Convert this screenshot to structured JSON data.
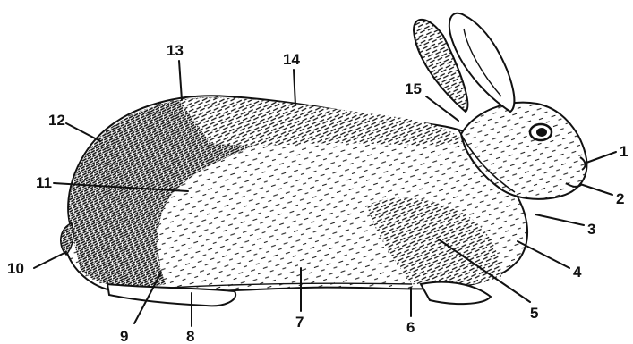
{
  "colors": {
    "ink": "#111111",
    "background": "#ffffff"
  },
  "illustration": {
    "subject": "rabbit-line-drawing"
  },
  "labels": [
    {
      "id": "1",
      "text": "1"
    },
    {
      "id": "2",
      "text": "2"
    },
    {
      "id": "3",
      "text": "3"
    },
    {
      "id": "4",
      "text": "4"
    },
    {
      "id": "5",
      "text": "5"
    },
    {
      "id": "6",
      "text": "6"
    },
    {
      "id": "7",
      "text": "7"
    },
    {
      "id": "8",
      "text": "8"
    },
    {
      "id": "9",
      "text": "9"
    },
    {
      "id": "10",
      "text": "10"
    },
    {
      "id": "11",
      "text": "11"
    },
    {
      "id": "12",
      "text": "12"
    },
    {
      "id": "13",
      "text": "13"
    },
    {
      "id": "14",
      "text": "14"
    },
    {
      "id": "15",
      "text": "15"
    }
  ]
}
